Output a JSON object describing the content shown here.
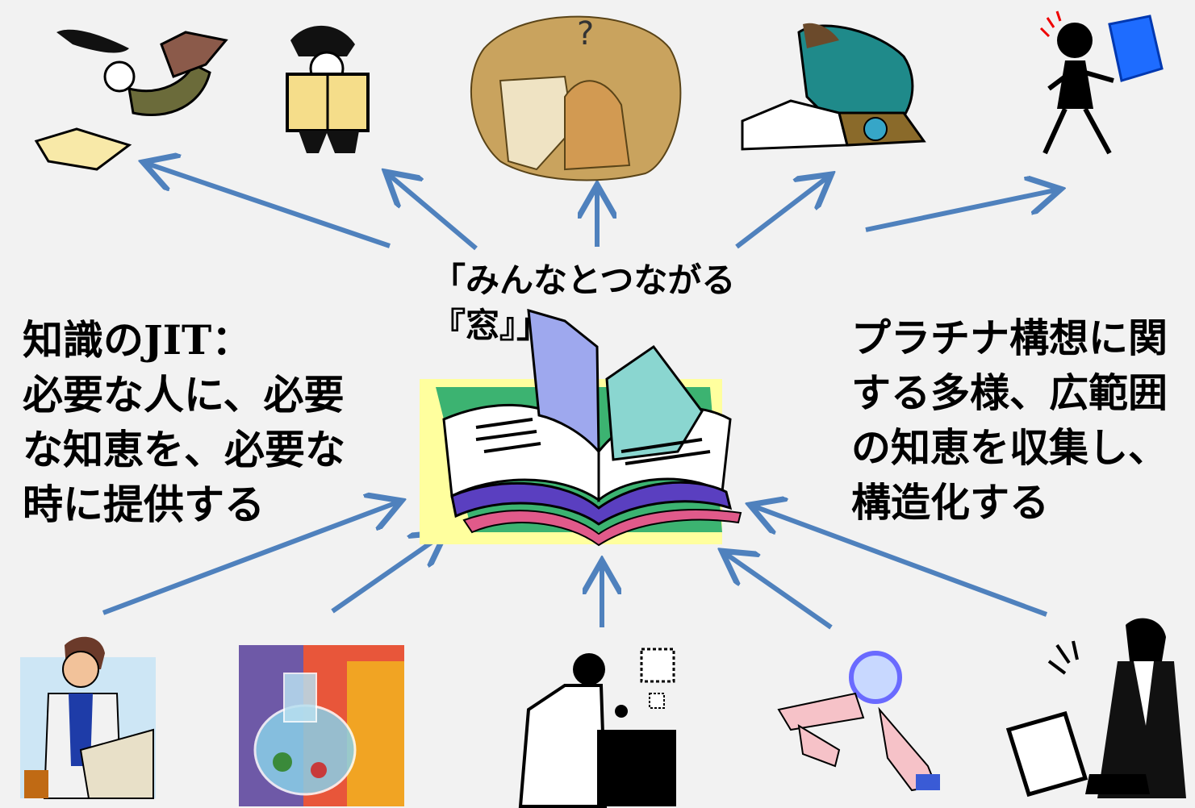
{
  "center_label": {
    "line1": "「みんなとつながる",
    "line2": "『窓』」"
  },
  "left_note": {
    "lines": [
      "知識のJIT：",
      "必要な人に、必要",
      "な知恵を、必要な",
      "時に提供する"
    ]
  },
  "right_note": {
    "lines": [
      "プラチナ構想に関",
      "する多様、広範囲",
      "の知恵を収集し、",
      "構造化する"
    ]
  },
  "colors": {
    "arrow": "#4f81bd",
    "background": "#f2f2f2",
    "text": "#000000"
  }
}
